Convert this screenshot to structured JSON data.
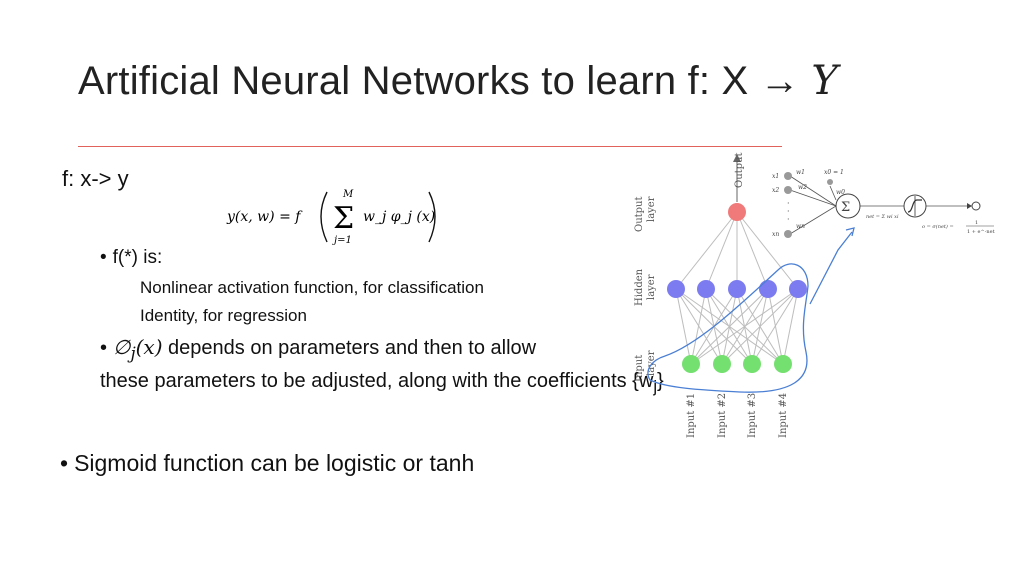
{
  "slide": {
    "title_text": "Artificial Neural Networks to learn f: X",
    "title_arrow": "→",
    "title_var": "Y",
    "fx_label": "f: x-> y",
    "formula": {
      "lhs": "y(x, w) = f",
      "sum_top": "M",
      "sum_bottom": "j=1",
      "term": "w_j φ_j (x)"
    },
    "bullets": {
      "fstar": "f(*) is:",
      "sub_nonlinear": "Nonlinear activation function, for classification",
      "sub_identity": "Identity, for regression",
      "phi_symbol": "∅",
      "phi_sub": "j",
      "phi_arg": "(x)",
      "phi_text": " depends on  parameters and then to allow",
      "continuation": "these parameters to be adjusted, along with the coefficients {w",
      "cont_sub": "j",
      "cont_end": "}",
      "sigmoid": "Sigmoid function can be logistic or tanh"
    },
    "network": {
      "output_label_top": "Output",
      "output_label_left_1": "Output",
      "output_label_left_2": "layer",
      "hidden_label_1": "Hidden",
      "hidden_label_2": "layer",
      "input_label_1": "Input",
      "input_label_2": "layer",
      "inputs": [
        "Input #1",
        "Input #2",
        "Input #3",
        "Input #4"
      ],
      "colors": {
        "output": "#f07a7a",
        "hidden": "#7c7cf0",
        "input": "#74e06f"
      }
    },
    "perceptron": {
      "x_labels": [
        "x1",
        "x2",
        "xn"
      ],
      "w_labels": [
        "w1",
        "w2",
        "wn"
      ],
      "bias_label": "x0 = 1",
      "w0_label": "w0",
      "sum_symbol": "Σ",
      "net_formula": "net = Σ wi xi",
      "sigma_formula": "o = σ(net) =",
      "frac_num": "1",
      "frac_den": "1 + e^-net"
    },
    "colors": {
      "rule": "#e0625b",
      "annotation": "#4a7fd4"
    }
  }
}
